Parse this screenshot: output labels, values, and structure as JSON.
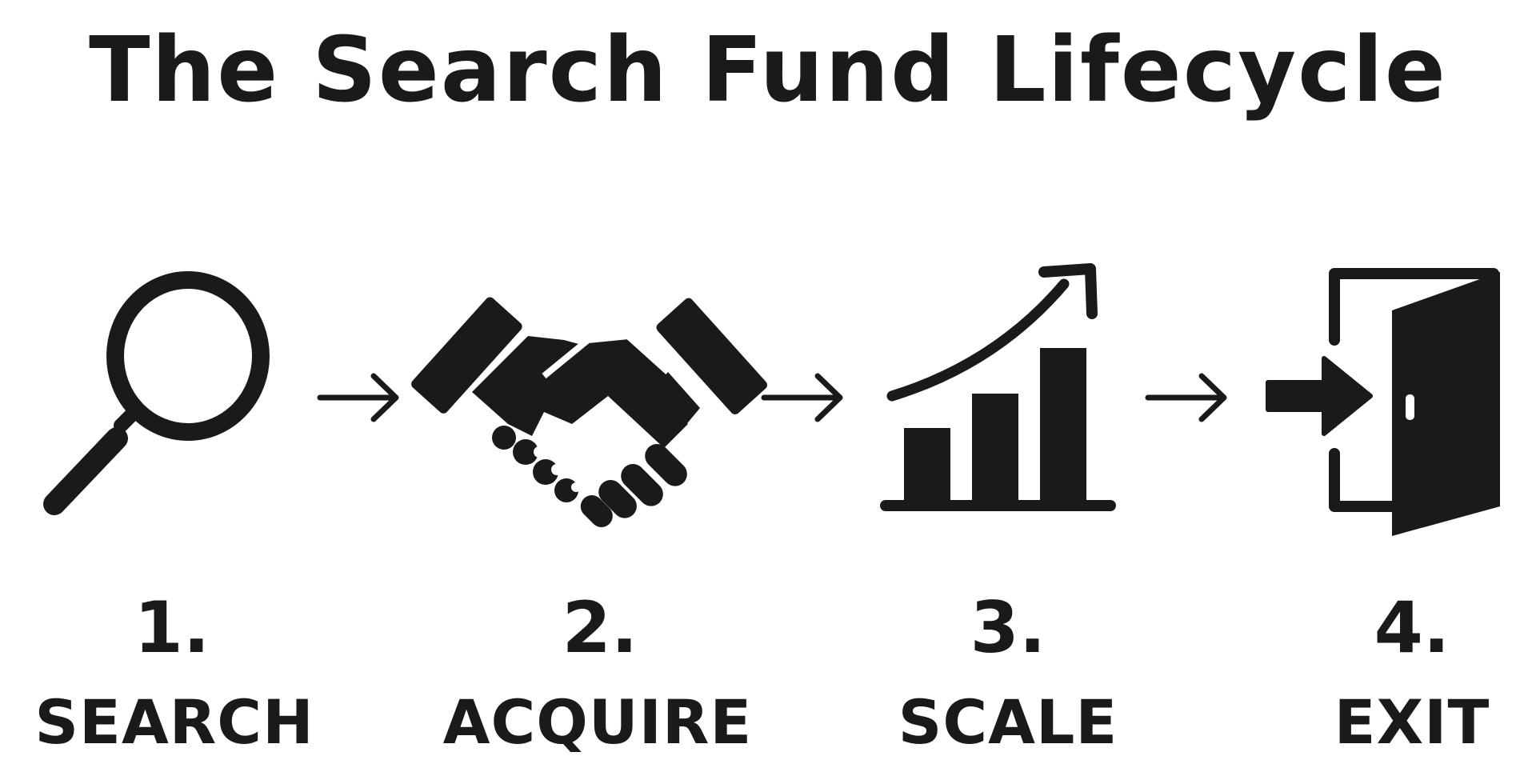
{
  "title": "The Search Fund Lifecycle",
  "ink_color": "#1a1a1a",
  "steps": [
    {
      "number": "1.",
      "label": "SEARCH",
      "icon": "magnifying-glass-icon"
    },
    {
      "number": "2.",
      "label": "ACQUIRE",
      "icon": "handshake-icon"
    },
    {
      "number": "3.",
      "label": "SCALE",
      "icon": "growth-chart-icon"
    },
    {
      "number": "4.",
      "label": "EXIT",
      "icon": "exit-door-icon"
    }
  ],
  "connectors": [
    "arrow-right-icon",
    "arrow-right-icon",
    "arrow-right-icon"
  ]
}
